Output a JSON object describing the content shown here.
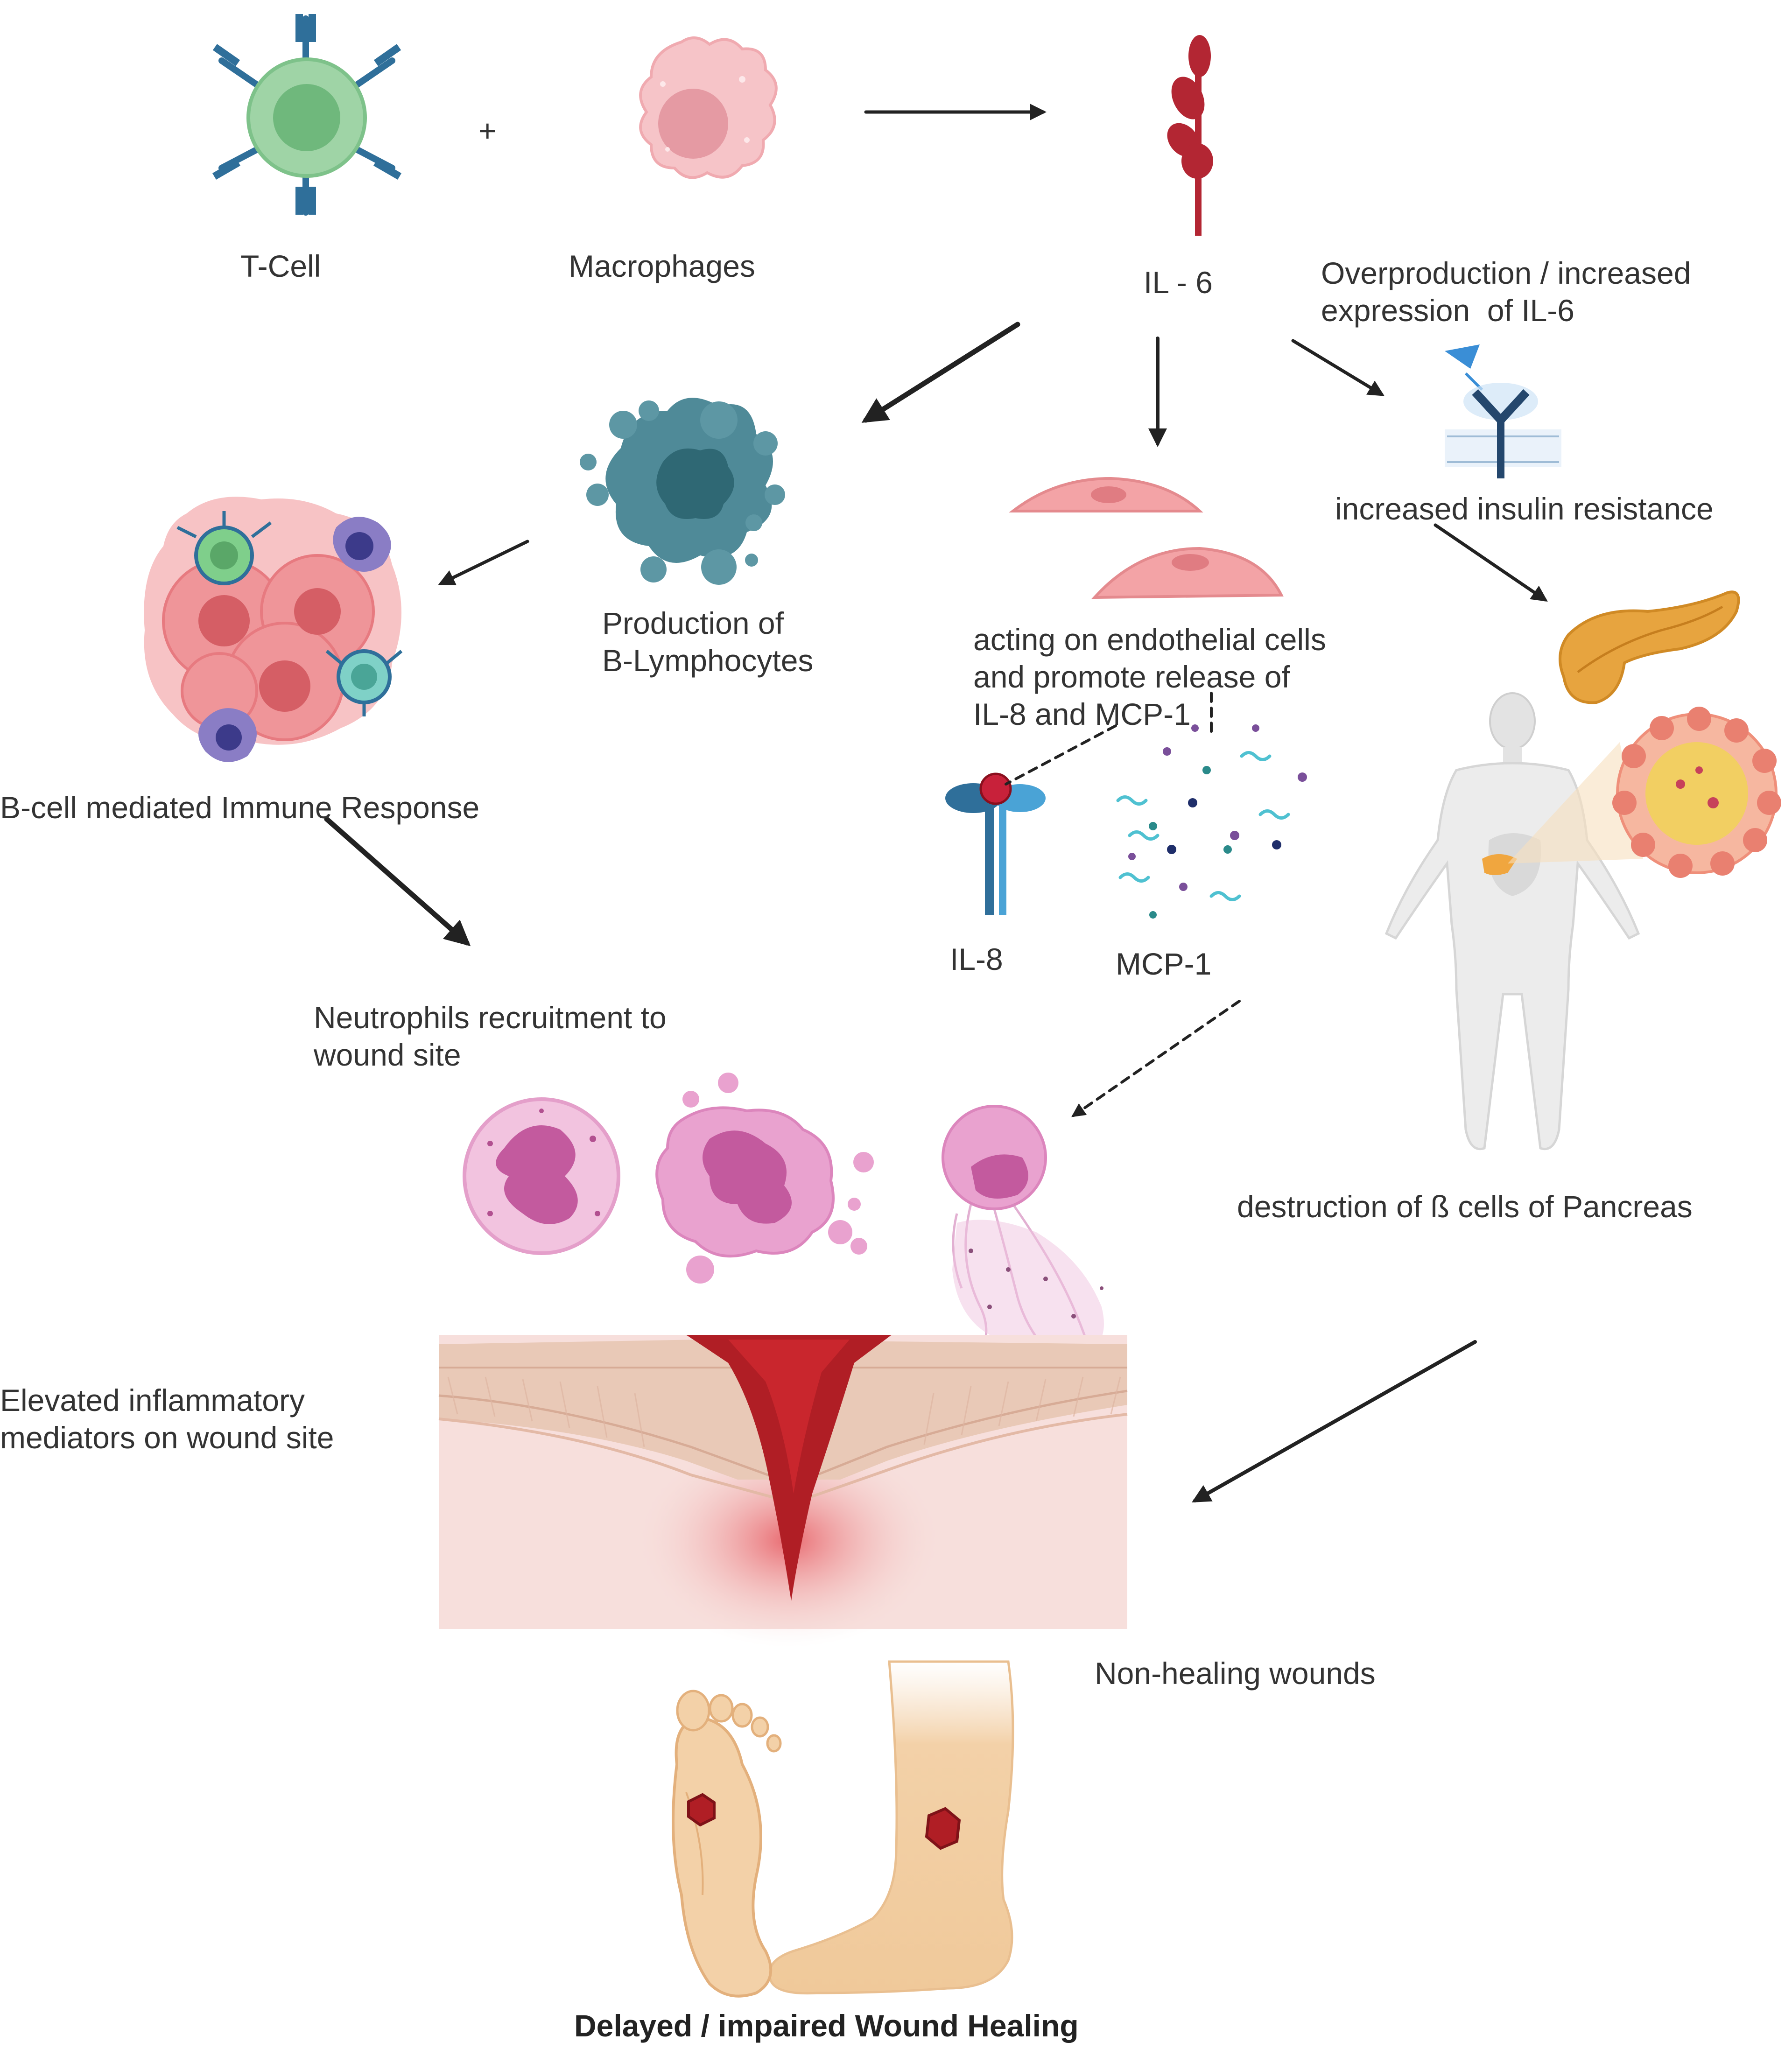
{
  "labels": {
    "t_cell": "T-Cell",
    "plus": "+",
    "macrophages": "Macrophages",
    "il6": "IL - 6",
    "overproduction": "Overproduction / increased\nexpression  of IL-6",
    "insulin_resistance": "increased insulin resistance",
    "production_b_lymph": "Production of\nB-Lymphocytes",
    "endothelial": "acting on endothelial cells\nand promote release of\nIL-8 and MCP-1",
    "b_cell_response": "B-cell mediated Immune Response",
    "il8": "IL-8",
    "mcp1": "MCP-1",
    "neutrophils": "Neutrophils recruitment to\nwound site",
    "destruction_beta": "destruction of ß cells of Pancreas",
    "elevated_mediators": "Elevated inflammatory\nmediators on wound site",
    "non_healing": "Non-healing wounds",
    "delayed_healing": "Delayed / impaired Wound Healing"
  },
  "colors": {
    "tcell_body": "#9fd4a6",
    "tcell_nucleus": "#6fb87c",
    "receptor": "#2f6f9a",
    "macrophage": "#f6c4c8",
    "macrophage_nucleus": "#e59aa3",
    "il6": "#b32633",
    "b_lymph": "#4f8a98",
    "b_lymph_dark": "#2f6874",
    "endothelial": "#f3a3a6",
    "pancreas": "#e7a43f",
    "human": "#e3e3e3",
    "wound": "#b01e25",
    "neutrophil": "#e9a2cf",
    "neutrophil_nucleus": "#c35a9e",
    "skin_top": "#e9c9b7",
    "skin_deep": "#f7dfdc",
    "foot": "#f3d1a8",
    "arrow": "#222222"
  }
}
